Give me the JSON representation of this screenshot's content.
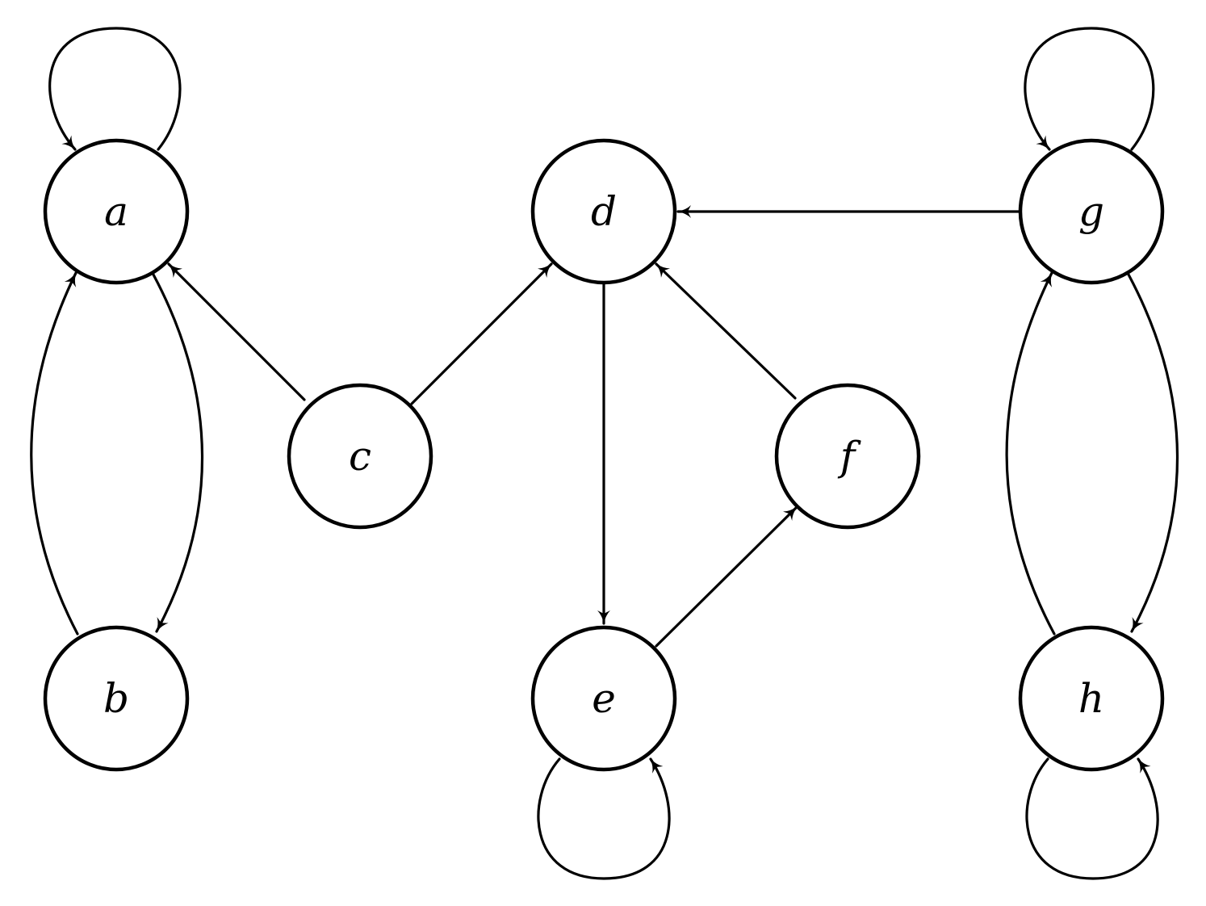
{
  "nodes": [
    {
      "id": "a",
      "label": "a"
    },
    {
      "id": "b",
      "label": "b"
    },
    {
      "id": "c",
      "label": "c"
    },
    {
      "id": "d",
      "label": "d"
    },
    {
      "id": "e",
      "label": "e"
    },
    {
      "id": "f",
      "label": "f"
    },
    {
      "id": "g",
      "label": "g"
    },
    {
      "id": "h",
      "label": "h"
    }
  ],
  "edges": [
    {
      "from": "a",
      "to": "a"
    },
    {
      "from": "a",
      "to": "b"
    },
    {
      "from": "b",
      "to": "a"
    },
    {
      "from": "c",
      "to": "a"
    },
    {
      "from": "c",
      "to": "d"
    },
    {
      "from": "d",
      "to": "e"
    },
    {
      "from": "e",
      "to": "e"
    },
    {
      "from": "e",
      "to": "f"
    },
    {
      "from": "f",
      "to": "d"
    },
    {
      "from": "g",
      "to": "g"
    },
    {
      "from": "g",
      "to": "d"
    },
    {
      "from": "g",
      "to": "h"
    },
    {
      "from": "h",
      "to": "g"
    },
    {
      "from": "h",
      "to": "h"
    }
  ]
}
